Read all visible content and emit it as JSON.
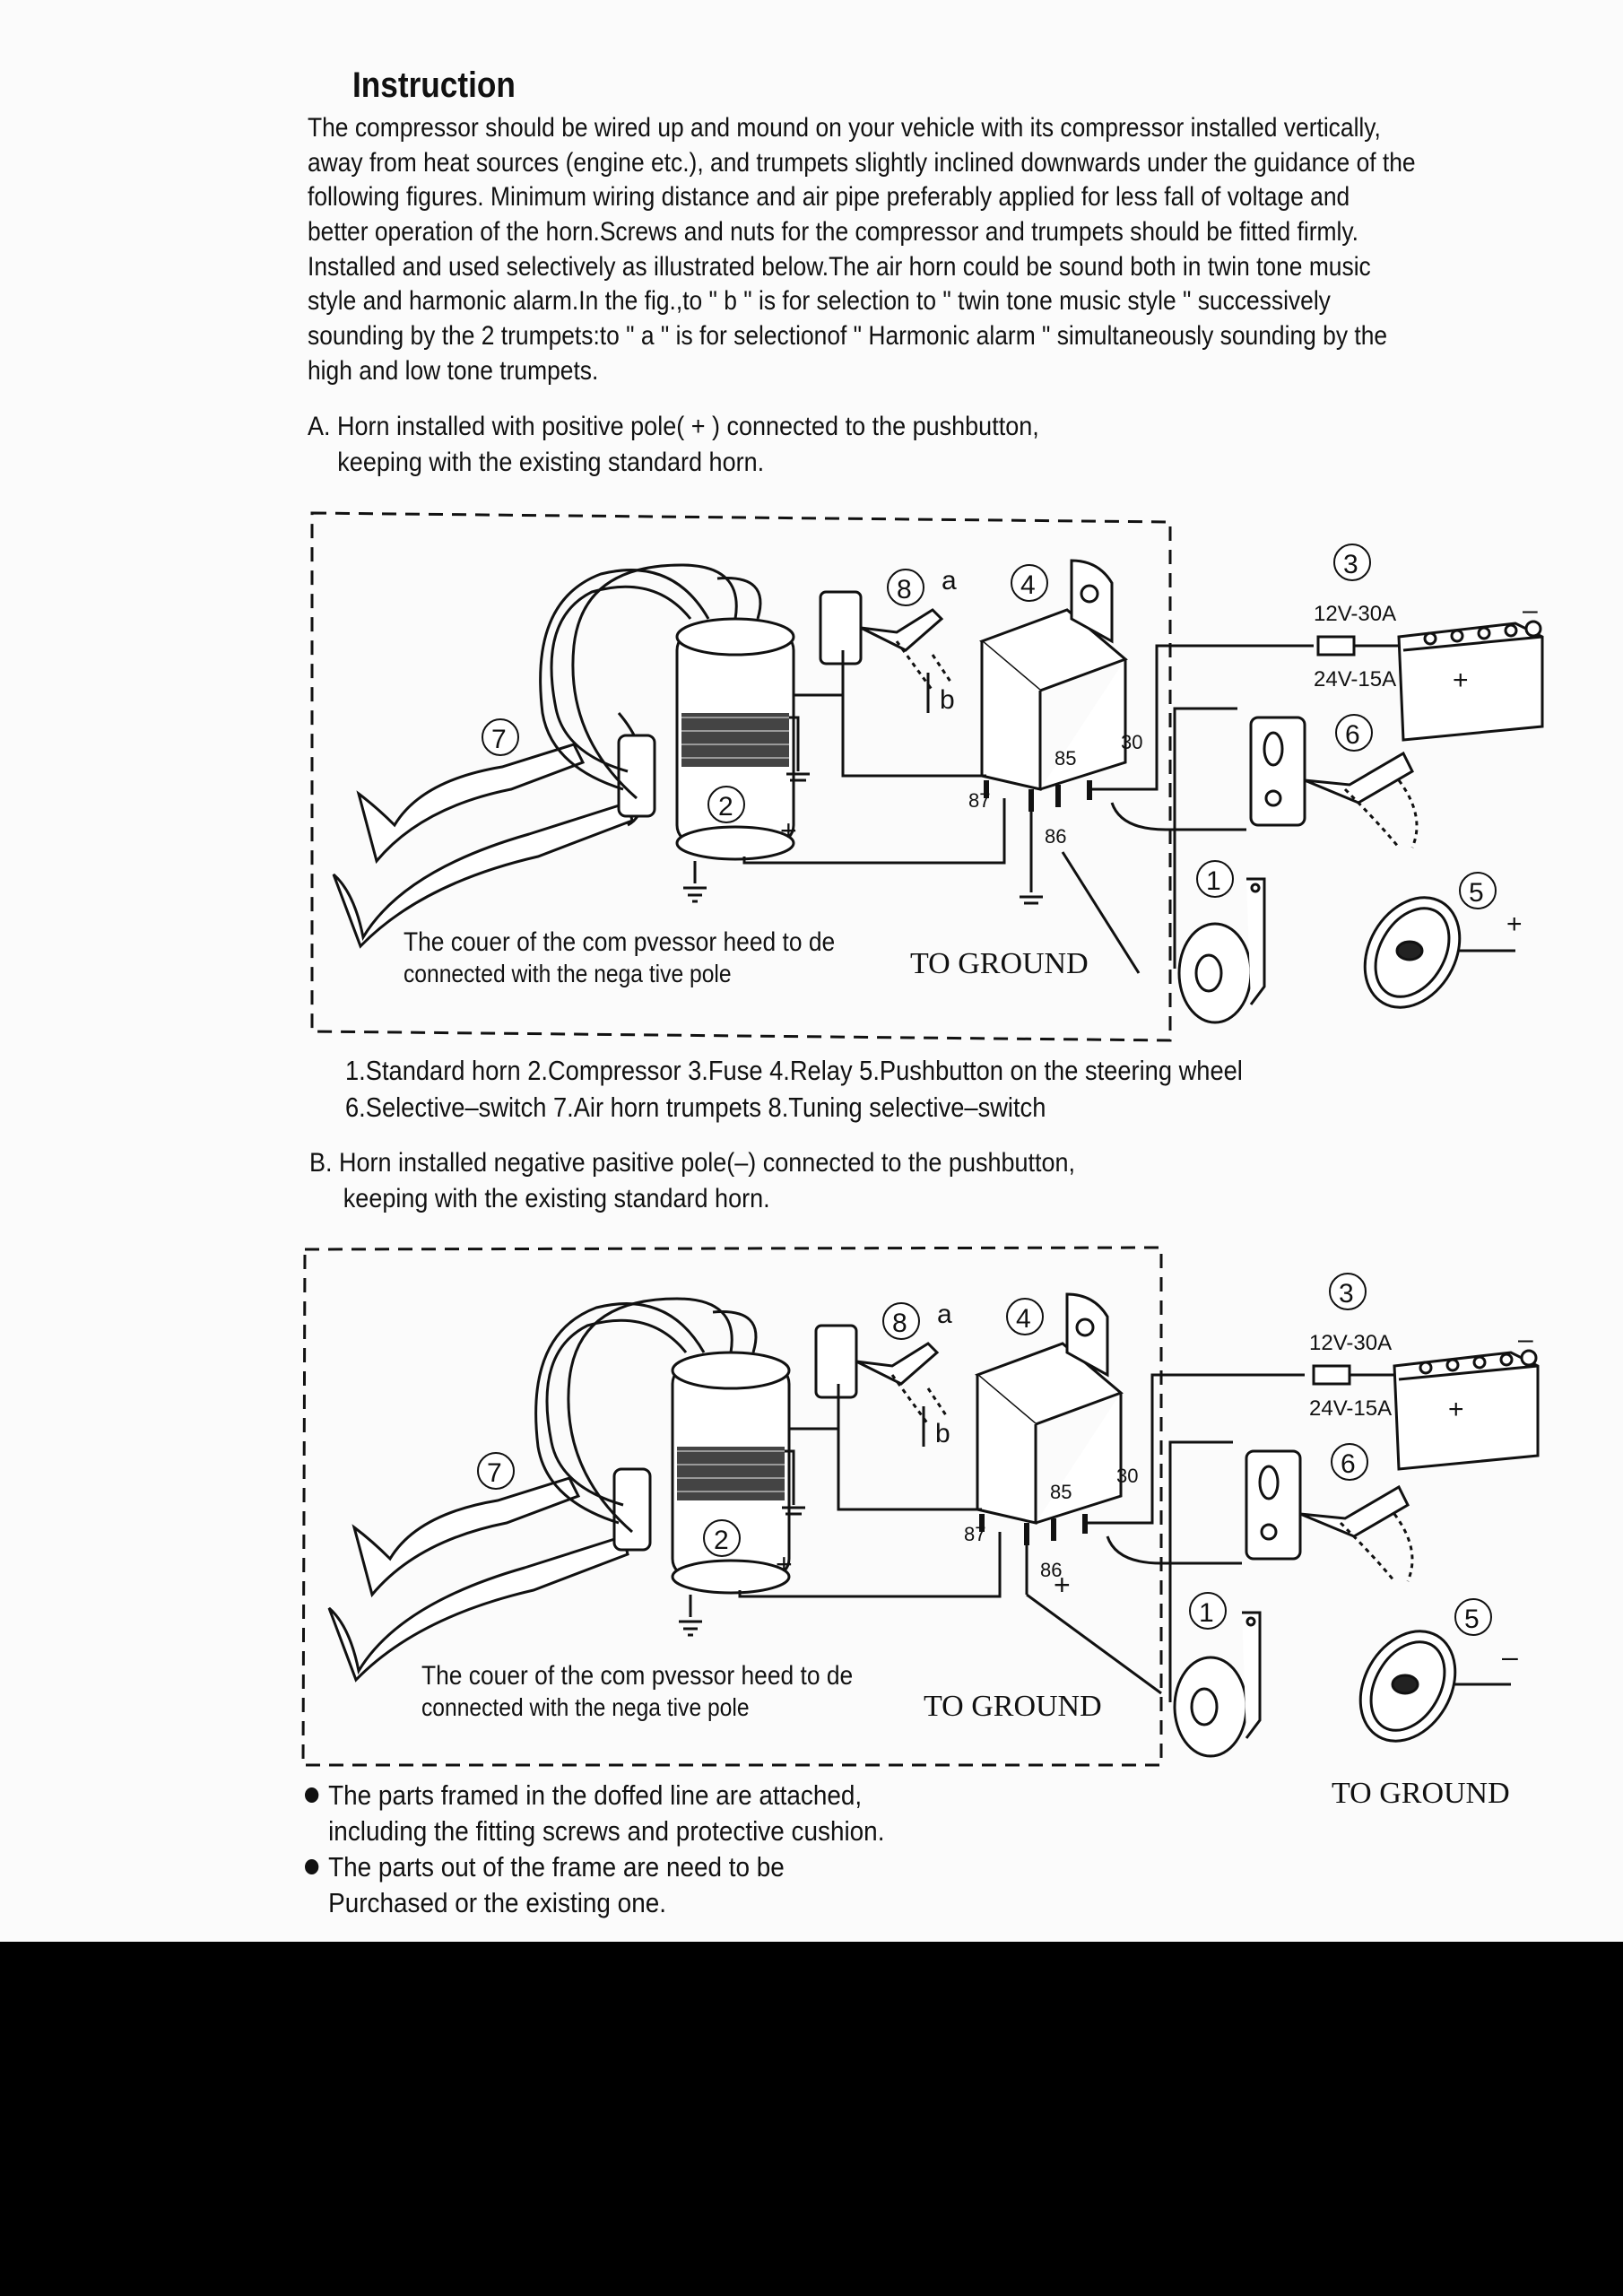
{
  "title": "Instruction",
  "intro_lines": [
    "The compressor should be wired up and mound on your vehicle with its compressor installed vertically,",
    "away from heat sources (engine etc.), and trumpets slightly inclined downwards  under the guidance of the",
    "following figures. Minimum wiring distance and air pipe preferably applied for less fall of voltage and",
    "better operation of the horn.Screws and nuts for the compressor and trumpets should be fitted firmly.",
    "Installed and used selectively as illustrated below.The air horn could be sound both in twin tone music",
    "style and harmonic alarm.In the fig.,to  \" b \"  is for selection to \" twin  tone music style \"  successively",
    "sounding by the 2 trumpets:to  \" a \"  is for selectionof  \" Harmonic alarm \"  simultaneously sounding by the",
    "high and low tone trumpets."
  ],
  "section_a": {
    "line1": "A. Horn installed with positive pole( + ) connected to the pushbutton,",
    "line2": "keeping with the existing standard horn."
  },
  "section_b": {
    "line1": "B.  Horn installed negative pasitive pole(–) connected to the pushbutton,",
    "line2": "keeping with the existing standard horn."
  },
  "legend": {
    "line1": "1.Standard horn    2.Compressor    3.Fuse      4.Relay      5.Pushbutton on the steering wheel",
    "line2": "6.Selective–switch    7.Air horn trumpets                8.Tuning selective–switch"
  },
  "diagram_labels": {
    "n1": "1",
    "n2": "2",
    "n3": "3",
    "n4": "4",
    "n5": "5",
    "n6": "6",
    "n7": "7",
    "n8": "8",
    "a": "a",
    "b": "b",
    "fuse_12v": "12V-30A",
    "fuse_24v": "24V-15A",
    "pin_85": "85",
    "pin_87": "87",
    "pin_86": "86",
    "pin_30": "30",
    "plus": "+",
    "minus": "–",
    "cover_line1": "The couer of the com pvessor heed to de",
    "cover_line2": "connected with the nega tive pole",
    "to_ground": "TO  GROUND",
    "to_ground_outside": "TO GROUND"
  },
  "bullets": [
    [
      "The parts framed in the doffed line are attached,",
      "including the fitting screws and protective cushion."
    ],
    [
      "The parts out of the frame are need to be",
      "Purchased or the existing one."
    ]
  ]
}
